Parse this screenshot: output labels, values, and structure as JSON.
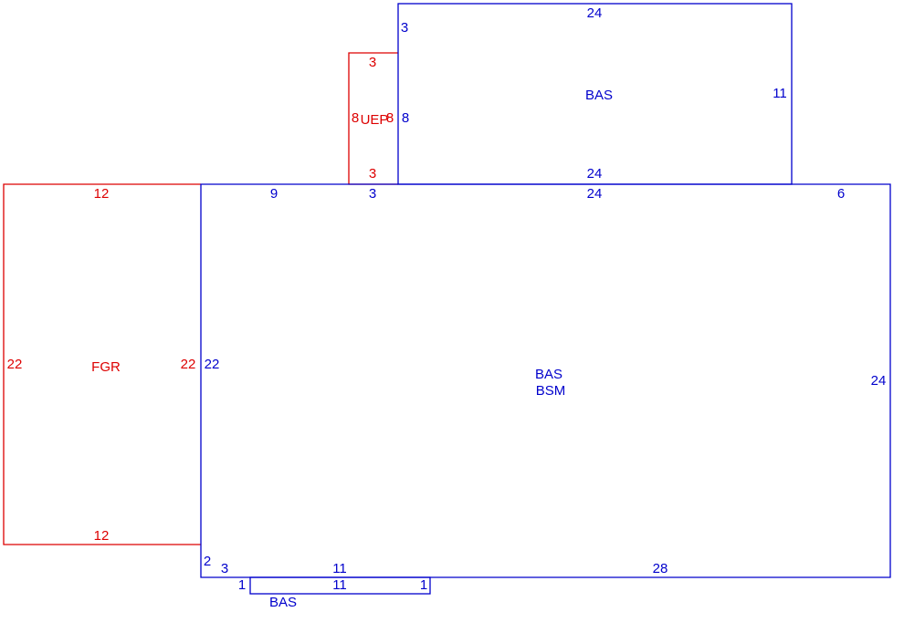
{
  "colors": {
    "living": "#0000cc",
    "non_living": "#dd0000",
    "background": "#ffffff"
  },
  "areas": {
    "main_code_1": "BAS",
    "main_code_2": "BSM",
    "top_code": "BAS",
    "garage_code": "FGR",
    "porch_code": "UEP",
    "bottom_code": "BAS"
  },
  "dims": {
    "top_top": "24",
    "top_left": "3",
    "top_right": "11",
    "top_bottom": "24",
    "top_left_lower": "8",
    "porch_top": "3",
    "porch_left": "8",
    "porch_right": "8",
    "porch_bottom": "3",
    "main_top_9": "9",
    "main_top_3": "3",
    "main_top_24": "24",
    "main_top_6": "6",
    "main_left": "22",
    "main_right": "24",
    "main_bottom_2": "2",
    "main_bottom_3": "3",
    "main_bottom_11": "11",
    "main_bottom_28": "28",
    "garage_top": "12",
    "garage_left": "22",
    "garage_right": "22",
    "garage_bottom": "12",
    "bump_left": "1",
    "bump_mid": "11",
    "bump_right": "1"
  }
}
